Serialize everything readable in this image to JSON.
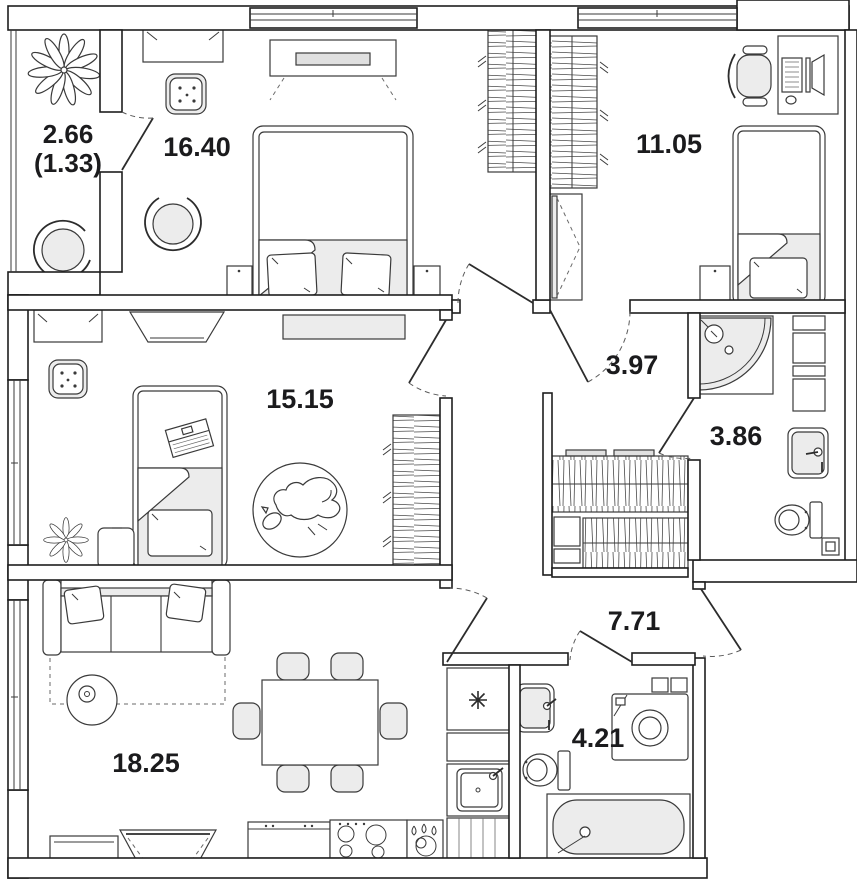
{
  "plan": {
    "type": "apartment-floor-plan",
    "rooms": [
      {
        "name": "loggia",
        "label": "2.66",
        "sublabel": "(1.33)"
      },
      {
        "name": "bedroom-master",
        "label": "16.40"
      },
      {
        "name": "bedroom-second",
        "label": "11.05"
      },
      {
        "name": "bedroom-kids",
        "label": "15.15"
      },
      {
        "name": "hall",
        "label": "3.97"
      },
      {
        "name": "shower-room",
        "label": "3.86"
      },
      {
        "name": "living-kitchen",
        "label": "18.25"
      },
      {
        "name": "corridor",
        "label": "7.71"
      },
      {
        "name": "bathroom",
        "label": "4.21"
      }
    ],
    "colors": {
      "wall_line": "#1e1e1e",
      "furniture_line": "#3a3a3a",
      "soft_fill": "#ececec",
      "label_text": "#1b1b1d",
      "background": "#ffffff"
    }
  }
}
